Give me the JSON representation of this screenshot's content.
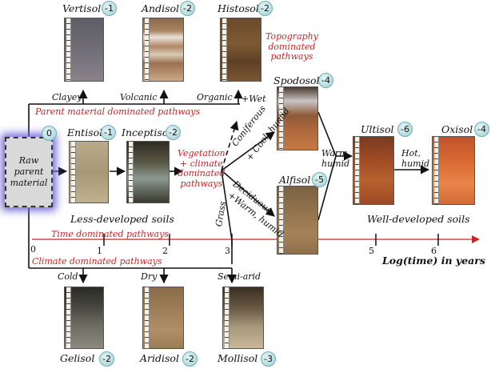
{
  "raw": {
    "label": "Raw\nparent\nmaterial",
    "badge": "0"
  },
  "soils": {
    "vertisol": {
      "name": "Vertisol",
      "badge": "-1"
    },
    "andisol": {
      "name": "Andisol",
      "badge": "-2"
    },
    "histosol": {
      "name": "Histosol",
      "badge": "-2"
    },
    "entisol": {
      "name": "Entisol",
      "badge": "-1"
    },
    "inceptisol": {
      "name": "Inceptisol",
      "badge": "-2"
    },
    "spodosol": {
      "name": "Spodosol",
      "badge": "-4"
    },
    "alfisol": {
      "name": "Alfisol",
      "badge": "-5"
    },
    "ultisol": {
      "name": "Ultisol",
      "badge": "-6"
    },
    "oxisol": {
      "name": "Oxisol",
      "badge": "-4"
    },
    "gelisol": {
      "name": "Gelisol",
      "badge": "-2"
    },
    "aridisol": {
      "name": "Aridisol",
      "badge": "-2"
    },
    "mollisol": {
      "name": "Mollisol",
      "badge": "-3"
    }
  },
  "labels": {
    "clayey": "Clayey",
    "volcanic": "Volcanic",
    "organic": "Organic",
    "wet": "+Wet",
    "parent_pathways": "Parent material dominated pathways",
    "topography": "Topography\ndominated\npathways",
    "vegetation": "Vegetation\n+ climate\ndominated\npathways",
    "coniferous": "Coniferous",
    "cool_humid": "+ Cool, humid",
    "deciduous": "Deciduous",
    "warm_humid_branch": "+Warm, humid",
    "grass": "Grass",
    "warm_humid": "Warm,\nhumid",
    "hot_humid": "Hot,\nhumid",
    "less_developed": "Less-developed soils",
    "well_developed": "Well-developed soils",
    "time_pathways": "Time dominated pathways",
    "climate_pathways": "Climate dominated pathways",
    "cold": "Cold",
    "dry": "Dry",
    "semi_arid": "Semi-arid",
    "axis_title": "Log(time) in years"
  },
  "axis": {
    "ticks": [
      "0",
      "1",
      "2",
      "3",
      "5",
      "6"
    ]
  },
  "colors": {
    "red": "#c62828",
    "arrow": "#111111",
    "time_line": "#3d2fb0",
    "glow": "#6f66d6"
  }
}
